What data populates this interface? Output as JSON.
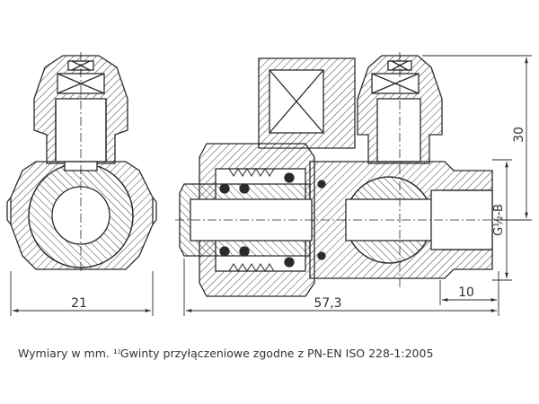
{
  "dimensions": {
    "left_width": "21",
    "total_length": "57,3",
    "thread_length": "10",
    "height": "30",
    "thread_designation": "G½-B"
  },
  "caption": "Wymiary w mm. ¹⁾Gwinty przyłączeniowe zgodne z PN-EN ISO 228-1:2005"
}
